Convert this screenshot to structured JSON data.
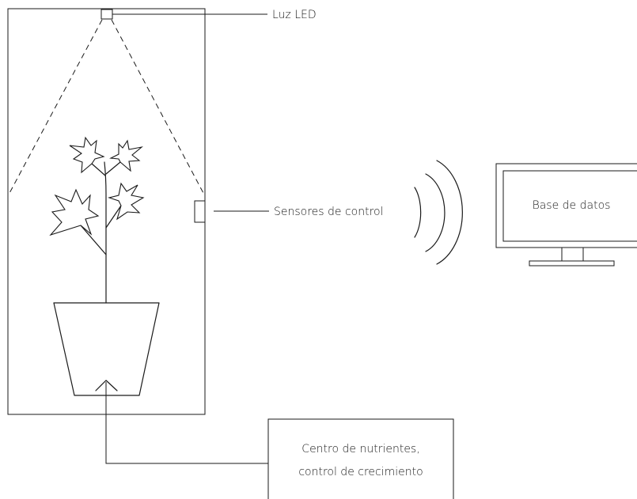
{
  "labels": {
    "led": "Luz LED",
    "sensors": "Sensores de control",
    "database": "Base de datos",
    "nutrients_line1": "Centro de nutrientes,",
    "nutrients_line2": "control de crecimiento"
  },
  "colors": {
    "ink": "#1a1a1a",
    "background": "#ffffff"
  },
  "icons": [
    "led-light-icon",
    "sensor-icon",
    "plant-icon",
    "pot-icon",
    "wireless-signal-icon",
    "monitor-icon",
    "arrow-up-icon"
  ]
}
